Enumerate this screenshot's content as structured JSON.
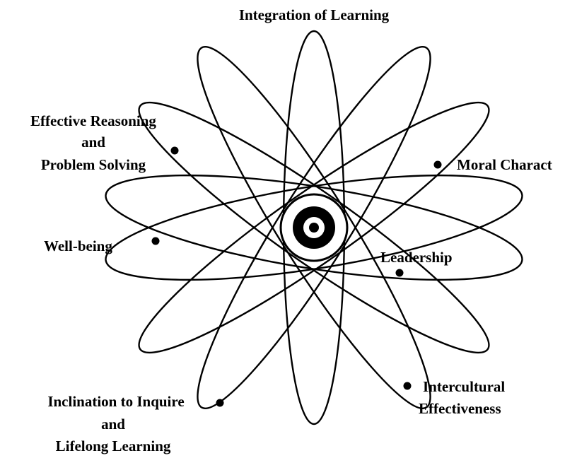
{
  "diagram": {
    "labels": {
      "integration": "Integration of Learning",
      "effective_reasoning": [
        "Effective Reasoning",
        "and",
        "Problem Solving"
      ],
      "moral_character": "Moral Charact",
      "well_being": "Well-being",
      "leadership": "Leadership",
      "intercultural": [
        "Intercultural",
        "Effectiveness"
      ],
      "inclination": [
        "Inclination to Inquire",
        "and",
        "Lifelong Learning"
      ]
    }
  }
}
